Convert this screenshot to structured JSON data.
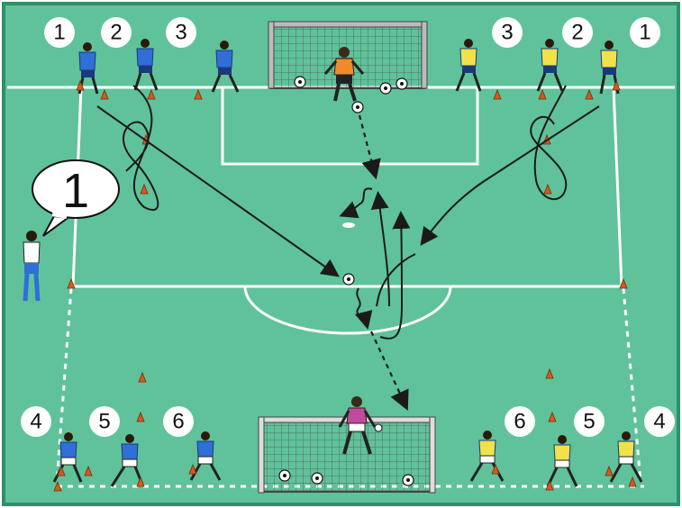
{
  "colors": {
    "pitch": "#5fc29a",
    "border": "#2f8f6a",
    "line": "#ffffff",
    "arrow": "#1a1a1a",
    "blue_team": "#2f6fd6",
    "yellow_bib": "#f1e24a",
    "keeper_top": "#f08a2a",
    "keeper_bottom": "#c24a9a",
    "cone": "#d45a1e"
  },
  "coach_bubble": {
    "label": "1"
  },
  "top_left_numbers": [
    "1",
    "2",
    "3"
  ],
  "top_right_numbers": [
    "3",
    "2",
    "1"
  ],
  "bottom_left_numbers": [
    "4",
    "5",
    "6"
  ],
  "bottom_right_numbers": [
    "6",
    "5",
    "4"
  ],
  "icons": {
    "top_goal": "goal-icon",
    "bottom_goal": "goal-icon",
    "coach": "coach-icon",
    "cone": "cone-icon",
    "ball": "ball-icon"
  }
}
